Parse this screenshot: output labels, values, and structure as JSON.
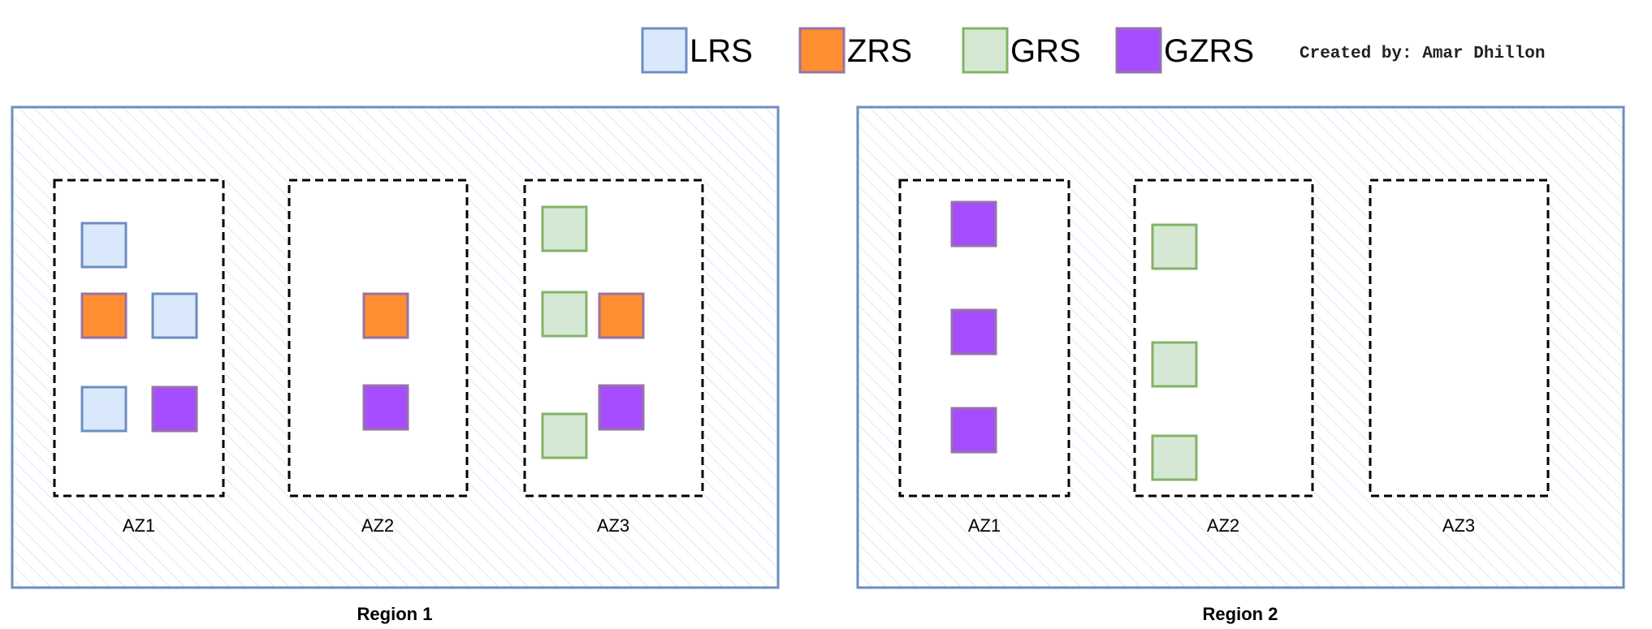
{
  "storage_types": {
    "LRS": {
      "label": "LRS",
      "fill": "#dae8fc",
      "stroke": "#6c8ebf"
    },
    "ZRS": {
      "label": "ZRS",
      "fill": "#ff8e32",
      "stroke": "#9673a6"
    },
    "GRS": {
      "label": "GRS",
      "fill": "#d5e8d4",
      "stroke": "#82b366"
    },
    "GZRS": {
      "label": "GZRS",
      "fill": "#a64dff",
      "stroke": "#9673a6"
    }
  },
  "legend": {
    "items": [
      "LRS",
      "ZRS",
      "GRS",
      "GZRS"
    ],
    "credit": "Created by: Amar Dhillon"
  },
  "colors": {
    "region_border": "#6c8ebf",
    "region_hatch": "#dae8fc",
    "az_border": "#000000"
  },
  "regions": [
    {
      "label": "Region 1",
      "azs": [
        {
          "label": "AZ1",
          "blocks": [
            "LRS",
            "ZRS",
            "LRS",
            "LRS",
            "GZRS"
          ]
        },
        {
          "label": "AZ2",
          "blocks": [
            "ZRS",
            "GZRS"
          ]
        },
        {
          "label": "AZ3",
          "blocks": [
            "GRS",
            "GRS",
            "ZRS",
            "GZRS",
            "GRS"
          ]
        }
      ]
    },
    {
      "label": "Region 2",
      "azs": [
        {
          "label": "AZ1",
          "blocks": [
            "GZRS",
            "GZRS",
            "GZRS"
          ]
        },
        {
          "label": "AZ2",
          "blocks": [
            "GRS",
            "GRS",
            "GRS"
          ]
        },
        {
          "label": "AZ3",
          "blocks": []
        }
      ]
    }
  ]
}
